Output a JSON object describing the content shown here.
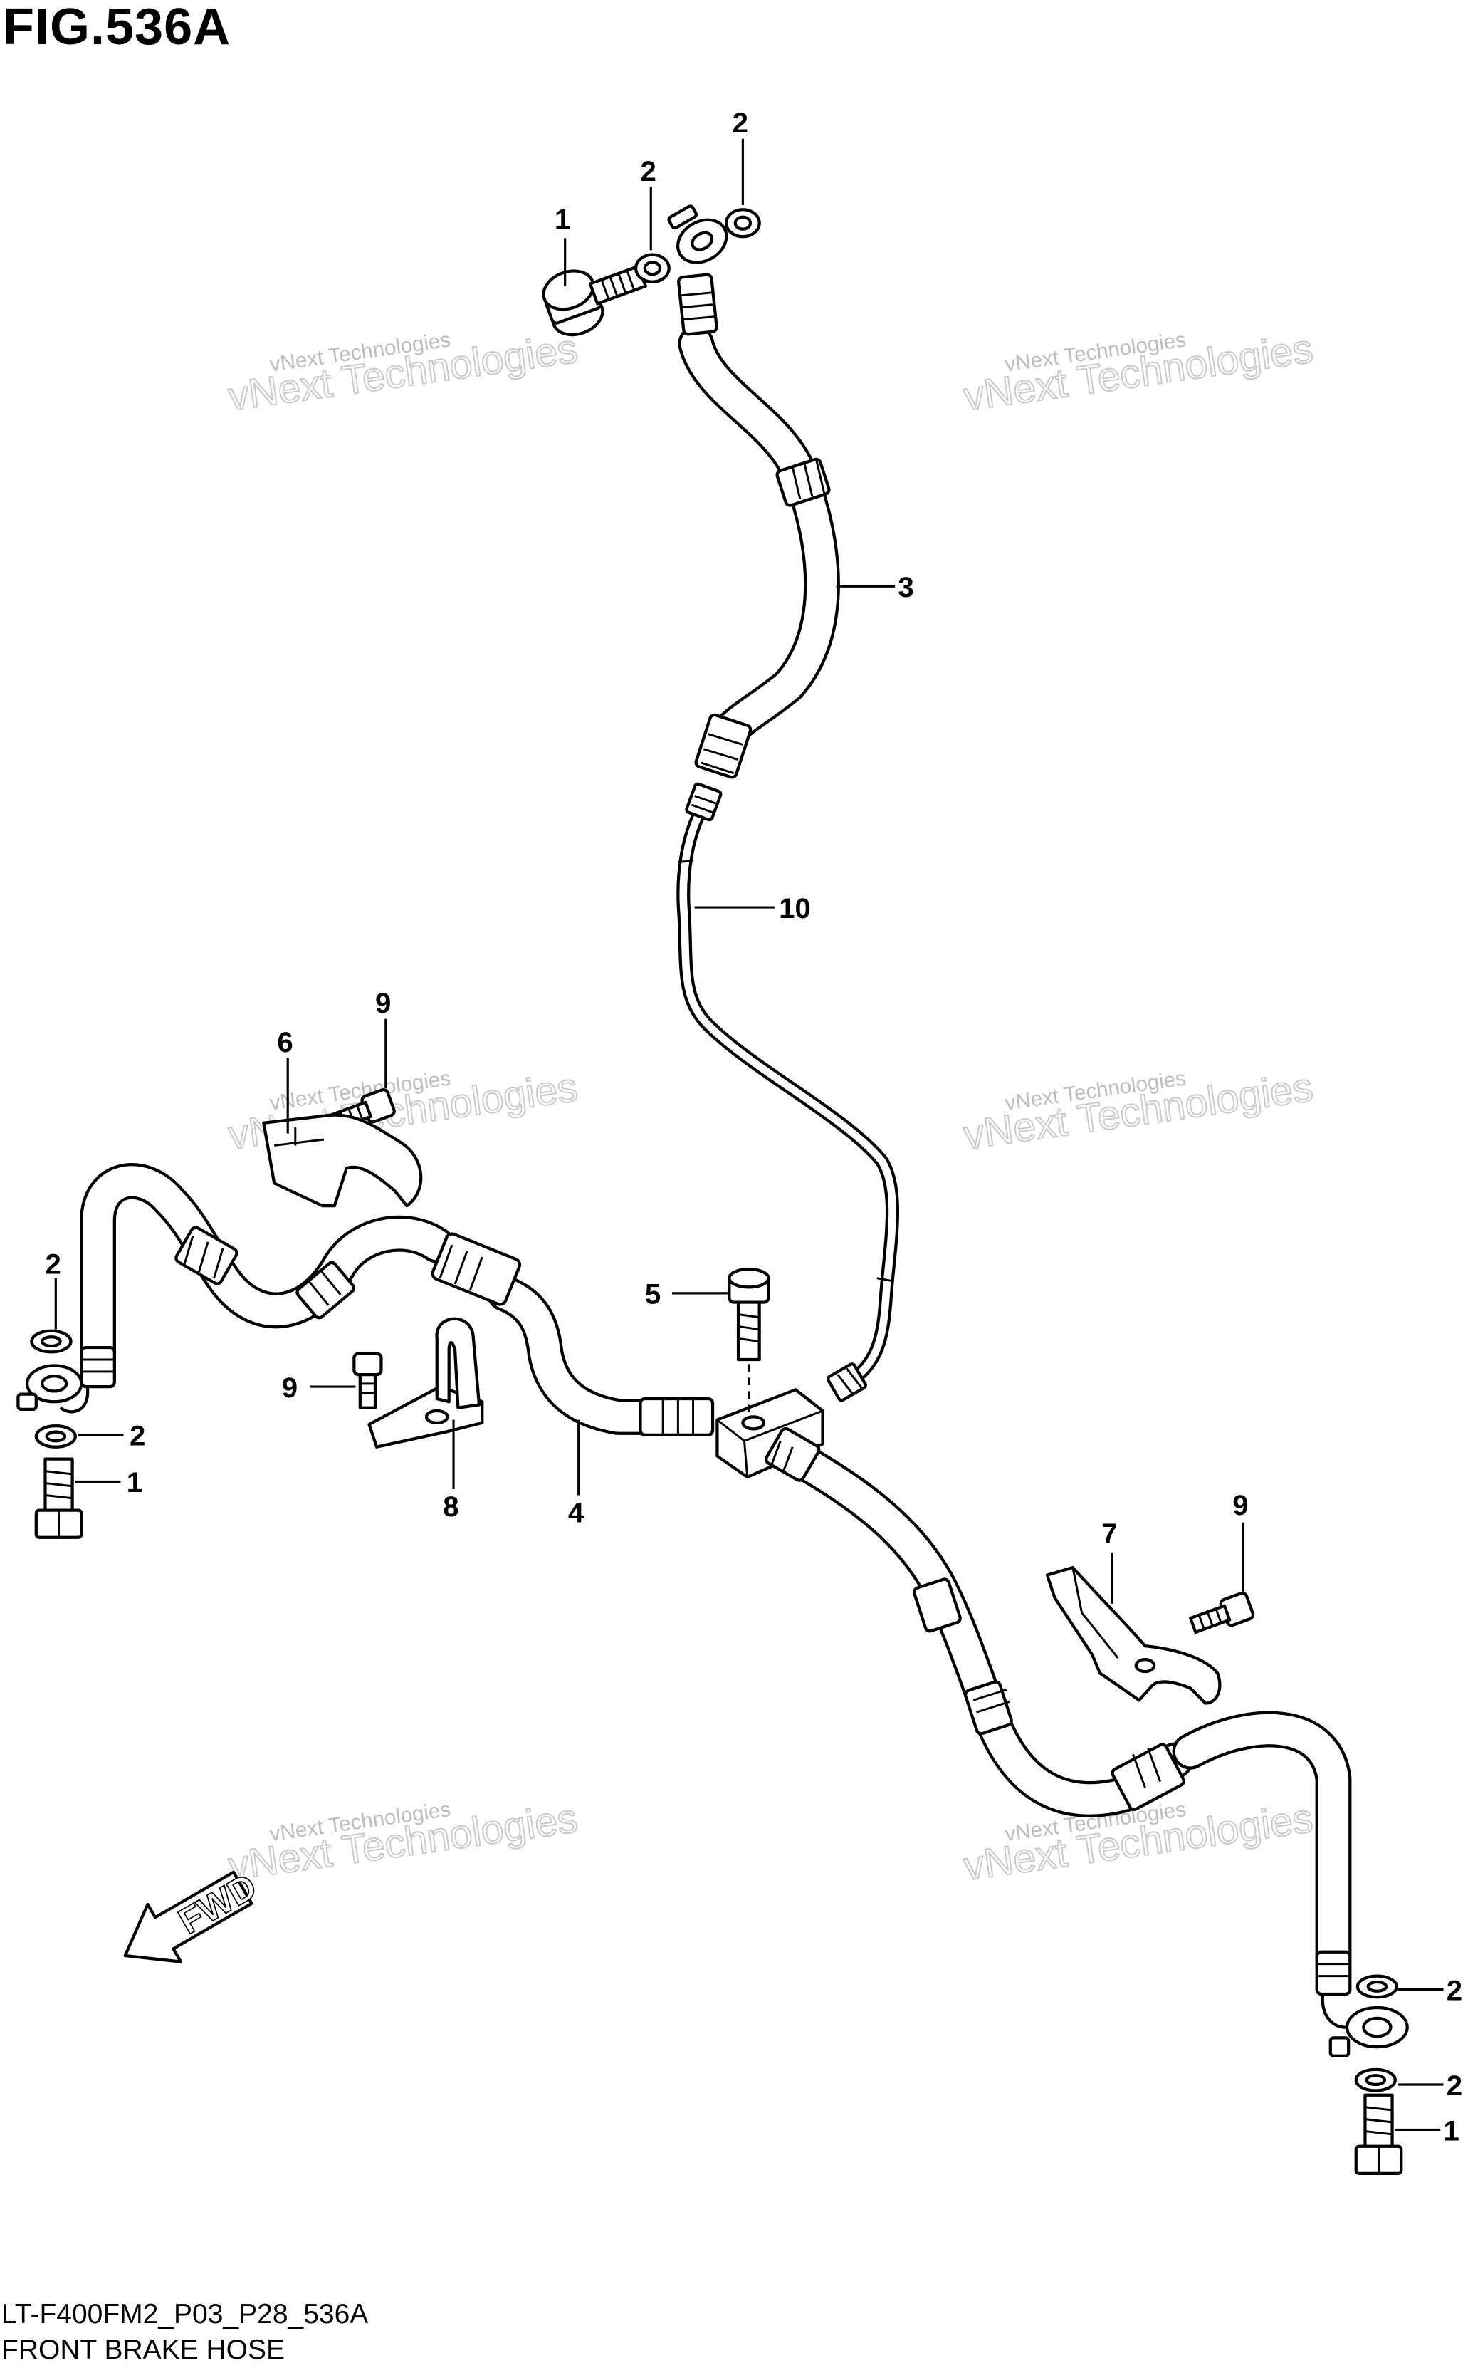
{
  "figure": {
    "title": "FIG.536A",
    "drawing_code": "LT-F400FM2_P03_P28_536A",
    "caption": "FRONT BRAKE HOSE"
  },
  "watermark": {
    "line1": "vNext Technologies",
    "line2": "vNext Technologies"
  },
  "direction_arrow": {
    "label": "FWD"
  },
  "callouts": [
    {
      "id": "c1a",
      "label": "1"
    },
    {
      "id": "c2a",
      "label": "2"
    },
    {
      "id": "c2b",
      "label": "2"
    },
    {
      "id": "c3",
      "label": "3"
    },
    {
      "id": "c10",
      "label": "10"
    },
    {
      "id": "c9a",
      "label": "9"
    },
    {
      "id": "c6",
      "label": "6"
    },
    {
      "id": "c2c",
      "label": "2"
    },
    {
      "id": "c5",
      "label": "5"
    },
    {
      "id": "c9b",
      "label": "9"
    },
    {
      "id": "c2d",
      "label": "2"
    },
    {
      "id": "c1b",
      "label": "1"
    },
    {
      "id": "c8",
      "label": "8"
    },
    {
      "id": "c4",
      "label": "4"
    },
    {
      "id": "c9c",
      "label": "9"
    },
    {
      "id": "c7",
      "label": "7"
    },
    {
      "id": "c2e",
      "label": "2"
    },
    {
      "id": "c2f",
      "label": "2"
    },
    {
      "id": "c1c",
      "label": "1"
    }
  ]
}
